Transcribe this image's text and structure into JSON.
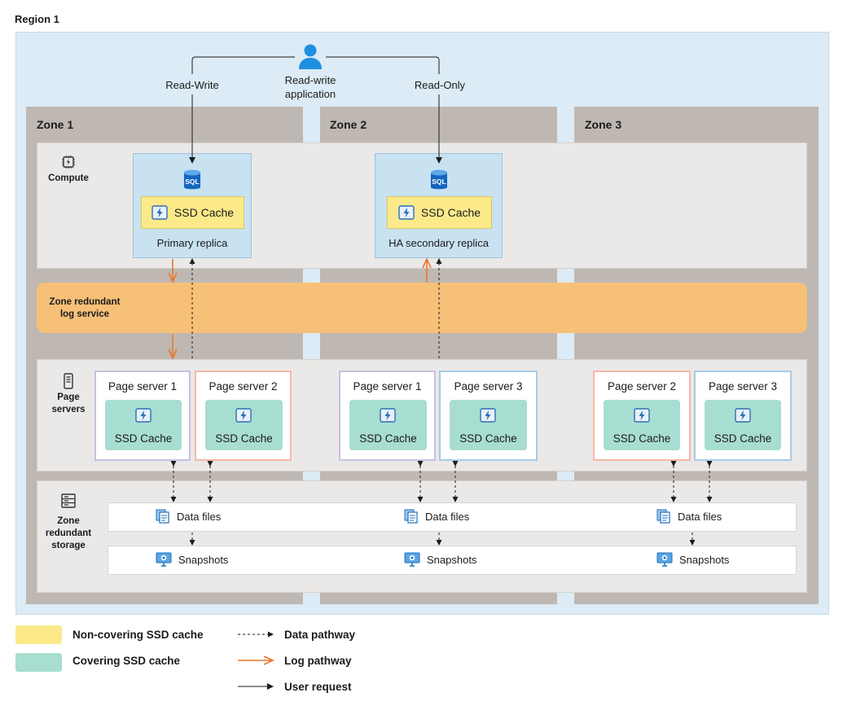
{
  "region": {
    "title": "Region 1"
  },
  "zones": [
    {
      "label": "Zone 1"
    },
    {
      "label": "Zone 2"
    },
    {
      "label": "Zone 3"
    }
  ],
  "user": {
    "label_line1": "Read-write",
    "label_line2": "application",
    "read_write": "Read-Write",
    "read_only": "Read-Only"
  },
  "bands": {
    "compute": "Compute",
    "log_line1": "Zone redundant",
    "log_line2": "log service",
    "page_line1": "Page",
    "page_line2": "servers",
    "storage_line1": "Zone",
    "storage_line2": "redundant",
    "storage_line3": "storage"
  },
  "replicas": [
    {
      "label": "Primary replica",
      "cache": "SSD Cache",
      "sql": "SQL"
    },
    {
      "label": "HA secondary replica",
      "cache": "SSD Cache",
      "sql": "SQL"
    }
  ],
  "page_servers": [
    {
      "title": "Page server 1",
      "cache": "SSD Cache"
    },
    {
      "title": "Page server 2",
      "cache": "SSD Cache"
    },
    {
      "title": "Page server 1",
      "cache": "SSD Cache"
    },
    {
      "title": "Page server 3",
      "cache": "SSD Cache"
    },
    {
      "title": "Page server 2",
      "cache": "SSD Cache"
    },
    {
      "title": "Page server 3",
      "cache": "SSD Cache"
    }
  ],
  "storage": {
    "data_files": [
      "Data files",
      "Data files",
      "Data files"
    ],
    "snapshots": [
      "Snapshots",
      "Snapshots",
      "Snapshots"
    ]
  },
  "legend": {
    "non_covering": "Non-covering SSD cache",
    "covering": "Covering SSD cache",
    "data_pathway": "Data pathway",
    "log_pathway": "Log pathway",
    "user_request": "User request"
  },
  "colors": {
    "non_covering": "#fbe98a",
    "covering": "#a8ddd1",
    "log_service": "#f6c078",
    "log_arrow": "#e8782d",
    "ps_purple": "#c9bfe3",
    "ps_salmon": "#f4b8a6",
    "ps_blue": "#a9cbe6"
  }
}
